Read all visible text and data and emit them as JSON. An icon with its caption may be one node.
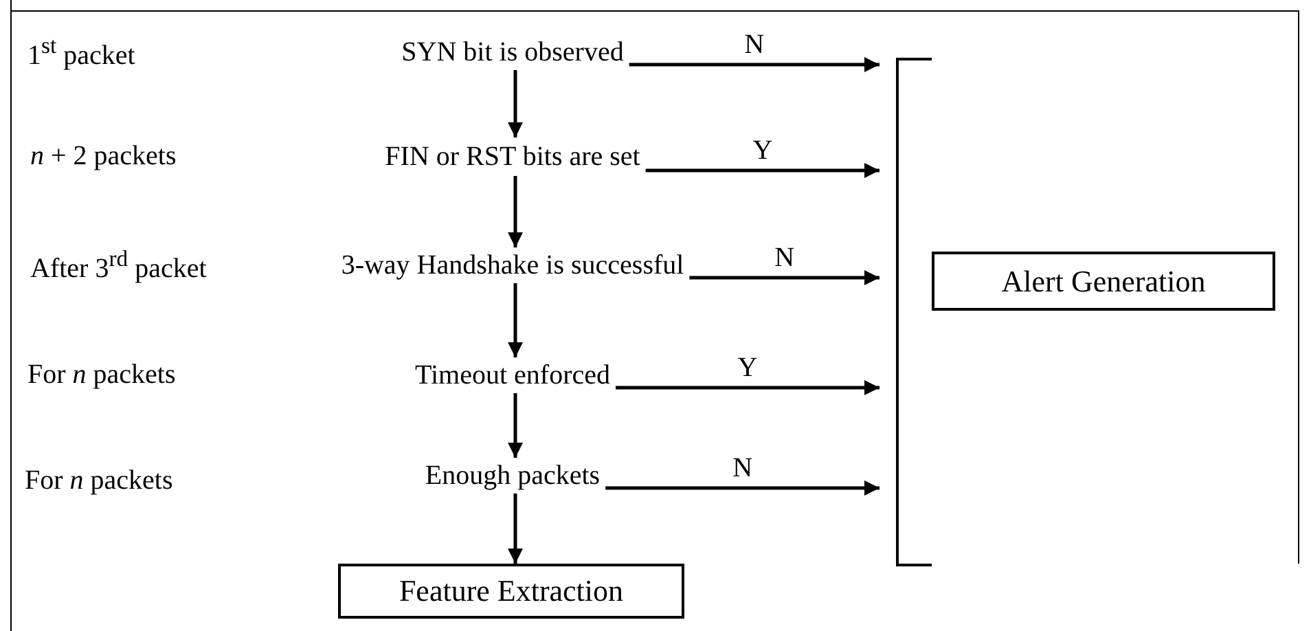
{
  "diagram": {
    "nodes": [
      {
        "text": [
          "SYN bit is observed"
        ]
      },
      {
        "text": [
          "FIN or RST bits are set"
        ]
      },
      {
        "text": [
          "3-way Handshake is successful"
        ]
      },
      {
        "text": [
          "Timeout enforced"
        ]
      },
      {
        "text": [
          "Enough packets"
        ]
      },
      {
        "text": [
          "Feature Extraction"
        ]
      },
      {
        "text": [],
        "shape": "bracket"
      },
      {
        "text": [
          "Alert Generation"
        ],
        "in": 6
      }
    ],
    "edges": [
      {
        "from": 0,
        "to": 1,
        "arrow": "to"
      },
      {
        "from": 1,
        "to": 2,
        "arrow": "to"
      },
      {
        "from": 2,
        "to": 3,
        "arrow": "to"
      },
      {
        "from": 3,
        "to": 4,
        "arrow": "to"
      },
      {
        "from": 4,
        "to": 5,
        "arrow": "to"
      },
      {
        "from": 0,
        "to": 6,
        "label": "N",
        "arrow": "to"
      },
      {
        "from": 1,
        "to": 6,
        "label": "Y",
        "arrow": "to"
      },
      {
        "from": 2,
        "to": 6,
        "label": "N",
        "arrow": "to"
      },
      {
        "from": 3,
        "to": 6,
        "label": "Y",
        "arrow": "to"
      },
      {
        "from": 4,
        "to": 6,
        "label": "N",
        "arrow": "to"
      }
    ],
    "labels": [
      "1$^{st}$ packet",
      "*n* + 2 packets",
      "After 3$^{rd}$ packet",
      "For *n* packets",
      "For *n* packets"
    ]
  }
}
